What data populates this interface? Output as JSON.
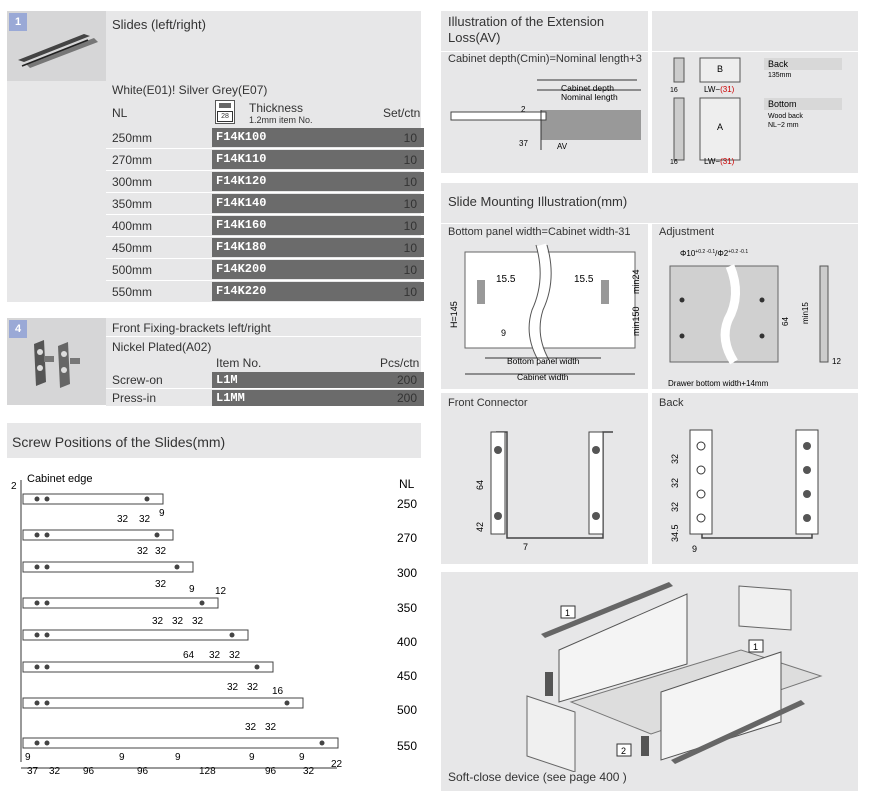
{
  "slides": {
    "badge": "1",
    "title": "Slides (left/right)",
    "color_line": "White(E01)! Silver Grey(E07)",
    "col_nl": "NL",
    "col_thickness": "Thickness",
    "col_thickness_sub": "1.2mm item No.",
    "col_set": "Set/ctn",
    "thickness_icon_label": "28",
    "rows": [
      {
        "nl": "250mm",
        "code": "F14K100",
        "ctn": "10"
      },
      {
        "nl": "270mm",
        "code": "F14K110",
        "ctn": "10"
      },
      {
        "nl": "300mm",
        "code": "F14K120",
        "ctn": "10"
      },
      {
        "nl": "350mm",
        "code": "F14K140",
        "ctn": "10"
      },
      {
        "nl": "400mm",
        "code": "F14K160",
        "ctn": "10"
      },
      {
        "nl": "450mm",
        "code": "F14K180",
        "ctn": "10"
      },
      {
        "nl": "500mm",
        "code": "F14K200",
        "ctn": "10"
      },
      {
        "nl": "550mm",
        "code": "F14K220",
        "ctn": "10"
      }
    ]
  },
  "brackets": {
    "badge": "4",
    "title": "Front Fixing-brackets left/right",
    "plating": "Nickel Plated(A02)",
    "col_item": "Item No.",
    "col_pcs": "Pcs/ctn",
    "rows": [
      {
        "name": "Screw-on",
        "code": "L1M",
        "pcs": "200"
      },
      {
        "name": "Press-in",
        "code": "L1MM",
        "pcs": "200"
      }
    ]
  },
  "screw": {
    "title": "Screw Positions of the Slides(mm)",
    "cabinet_edge": "Cabinet edge",
    "edge_gap": "2",
    "nl_header": "NL",
    "nl_values": [
      "250",
      "270",
      "300",
      "350",
      "400",
      "450",
      "500",
      "550"
    ],
    "dims": {
      "d32": "32",
      "d9": "9",
      "d12": "12",
      "d16": "16",
      "d22": "22",
      "d64": "64"
    },
    "bottom": [
      "9",
      "37",
      "32",
      "96",
      "9",
      "96",
      "9",
      "128",
      "9",
      "96",
      "9",
      "32"
    ]
  },
  "ext": {
    "title": "Illustration of the Extension Loss(AV)",
    "formula": "Cabinet depth(Cmin)=Nominal length+3",
    "label_depth": "Cabinet depth",
    "label_nominal": "Nominal length",
    "d2": "2",
    "d37": "37",
    "av": "AV"
  },
  "backbottom": {
    "b": "B",
    "a": "A",
    "d16": "16",
    "lw": "LW−",
    "lw_sub": "(31)",
    "back_title": "Back",
    "back_sub": "135mm",
    "bottom_title": "Bottom",
    "bottom_sub1": "Wood back",
    "bottom_sub2": "NL−2 mm"
  },
  "mount": {
    "title": "Slide Mounting  Illustration(mm)",
    "bottom_formula": "Bottom panel width=Cabinet width-31",
    "adjustment": "Adjustment",
    "d155a": "15.5",
    "d155b": "15.5",
    "h145": "H=145",
    "min150": "min150",
    "min24": "min24",
    "d9": "9",
    "bp_width": "Bottom panel width",
    "cab_width": "Cabinet width",
    "phi": "Φ10",
    "phi_tol": "+0.2 -0.1",
    "phi2": "/Φ2",
    "phi2_tol": "+0.2 -0.1",
    "d64": "64",
    "min15": "min15",
    "d12": "12",
    "drawer_bottom": "Drawer bottom width+14mm"
  },
  "front": {
    "title": "Front Connector",
    "d64": "64",
    "d42": "42",
    "d7": "7"
  },
  "back": {
    "title": "Back",
    "d32a": "32",
    "d32b": "32",
    "d32c": "32",
    "d345": "34.5",
    "d9": "9"
  },
  "exploded": {
    "label1a": "1",
    "label1b": "1",
    "label2": "2",
    "caption": "Soft-close device (see page 400 )"
  }
}
